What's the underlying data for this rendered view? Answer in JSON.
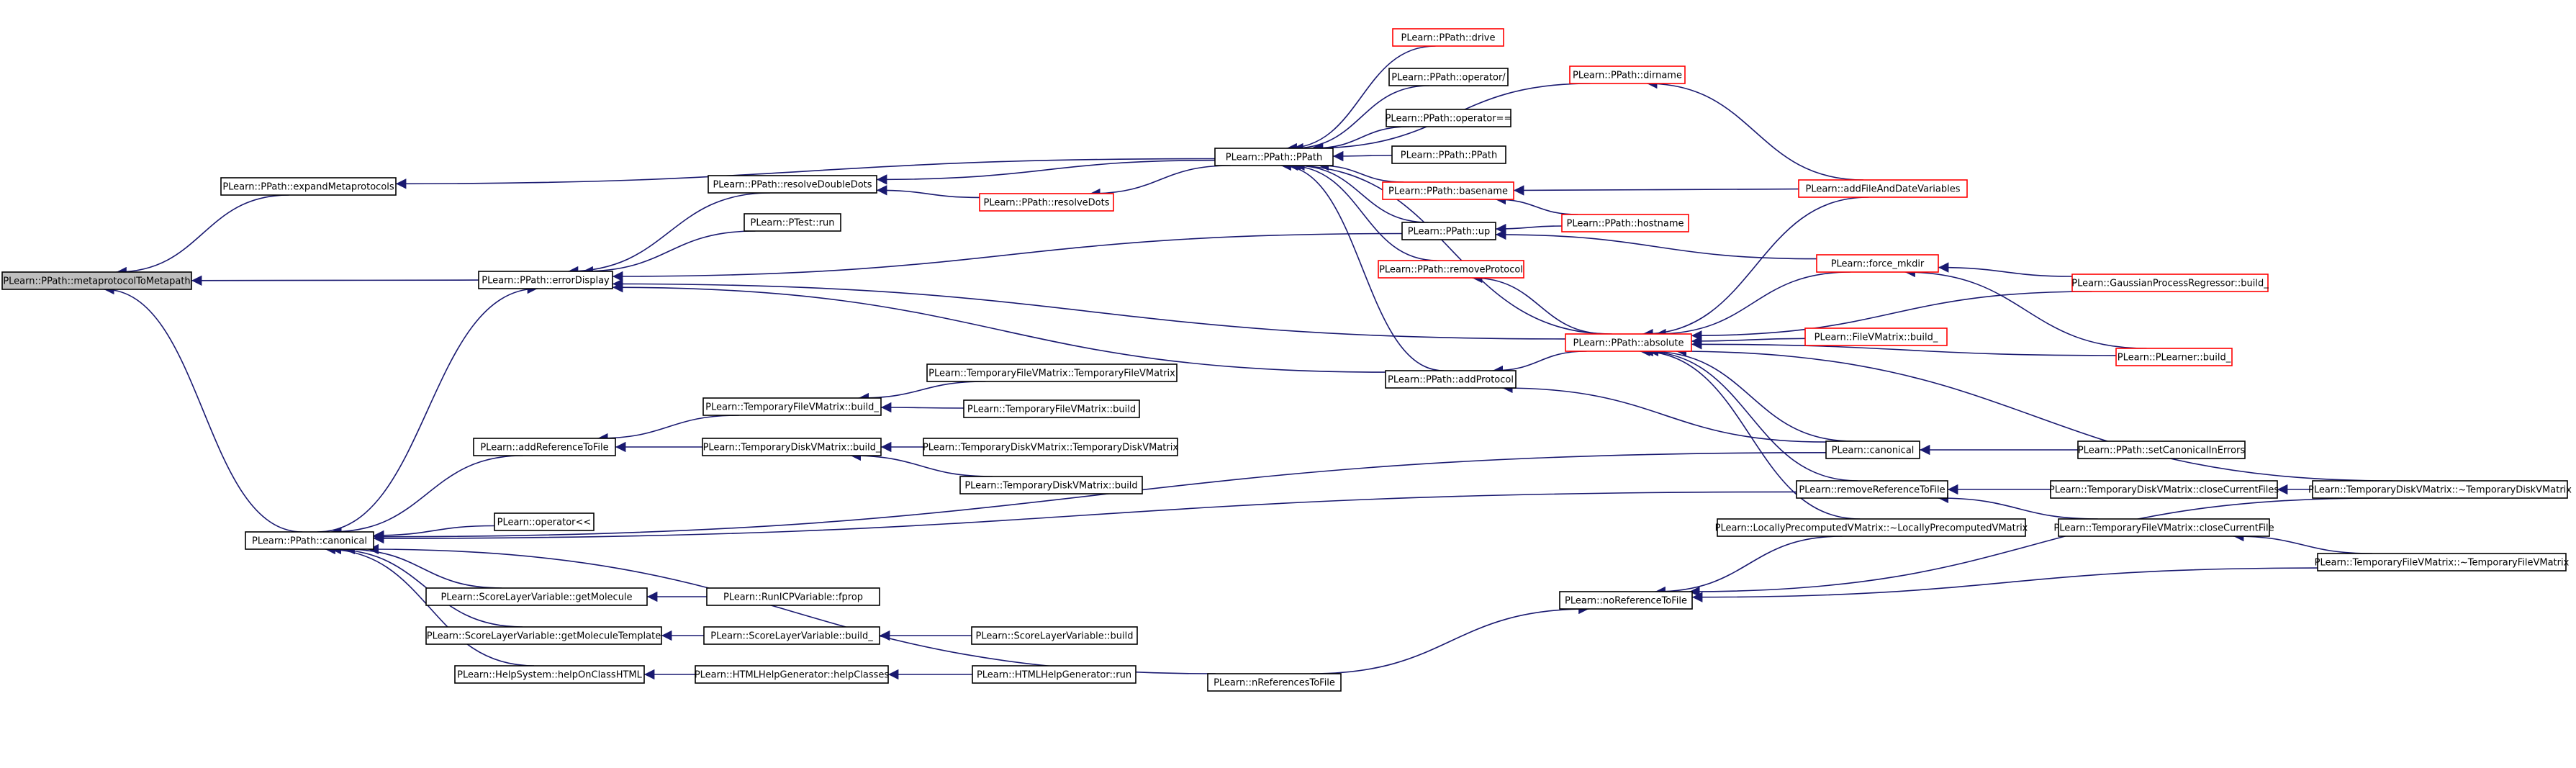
{
  "colors": {
    "edge": "#191970",
    "node_border_normal": "#000000",
    "node_border_truncated": "#ff0000",
    "node_fill": "#ffffff",
    "root_fill": "#bfbfbf"
  },
  "nodes": [
    {
      "id": "metaprotocolToMetapath",
      "label": "PLearn::PPath::metaprotocolToMetapath",
      "kind": "root"
    },
    {
      "id": "expandMetaprotocols",
      "label": "PLearn::PPath::expandMetaprotocols",
      "kind": "normal"
    },
    {
      "id": "errorDisplay",
      "label": "PLearn::PPath::errorDisplay",
      "kind": "normal"
    },
    {
      "id": "canonical1",
      "label": "PLearn::PPath::canonical",
      "kind": "normal"
    },
    {
      "id": "resolveDoubleDots",
      "label": "PLearn::PPath::resolveDoubleDots",
      "kind": "normal"
    },
    {
      "id": "ptestRun",
      "label": "PLearn::PTest::run",
      "kind": "normal"
    },
    {
      "id": "resolveDots",
      "label": "PLearn::PPath::resolveDots",
      "kind": "truncated"
    },
    {
      "id": "ppathCtor",
      "label": "PLearn::PPath::PPath",
      "kind": "normal"
    },
    {
      "id": "drive",
      "label": "PLearn::PPath::drive",
      "kind": "truncated"
    },
    {
      "id": "opSlash",
      "label": "PLearn::PPath::operator/",
      "kind": "normal"
    },
    {
      "id": "opEq",
      "label": "PLearn::PPath::operator==",
      "kind": "normal"
    },
    {
      "id": "ppath2",
      "label": "PLearn::PPath::PPath",
      "kind": "normal"
    },
    {
      "id": "basename",
      "label": "PLearn::PPath::basename",
      "kind": "truncated"
    },
    {
      "id": "up",
      "label": "PLearn::PPath::up",
      "kind": "normal"
    },
    {
      "id": "removeProtocol",
      "label": "PLearn::PPath::removeProtocol",
      "kind": "truncated"
    },
    {
      "id": "addProtocol",
      "label": "PLearn::PPath::addProtocol",
      "kind": "normal"
    },
    {
      "id": "dirname",
      "label": "PLearn::PPath::dirname",
      "kind": "truncated"
    },
    {
      "id": "hostname",
      "label": "PLearn::PPath::hostname",
      "kind": "truncated"
    },
    {
      "id": "absolute",
      "label": "PLearn::PPath::absolute",
      "kind": "truncated"
    },
    {
      "id": "addFileAndDateVariables",
      "label": "PLearn::addFileAndDateVariables",
      "kind": "truncated"
    },
    {
      "id": "forceMkdir",
      "label": "PLearn::force_mkdir",
      "kind": "truncated"
    },
    {
      "id": "gaussianBuild",
      "label": "PLearn::GaussianProcessRegressor::build_",
      "kind": "truncated"
    },
    {
      "id": "fileVMatrixBuild",
      "label": "PLearn::FileVMatrix::build_",
      "kind": "truncated"
    },
    {
      "id": "plearnerBuild",
      "label": "PLearn::PLearner::build_",
      "kind": "truncated"
    },
    {
      "id": "canonical2",
      "label": "PLearn::canonical",
      "kind": "normal"
    },
    {
      "id": "setCanonicalInErrors",
      "label": "PLearn::PPath::setCanonicalInErrors",
      "kind": "normal"
    },
    {
      "id": "removeReferenceToFile",
      "label": "PLearn::removeReferenceToFile",
      "kind": "normal"
    },
    {
      "id": "tdvmCloseCurrentFiles",
      "label": "PLearn::TemporaryDiskVMatrix::closeCurrentFiles",
      "kind": "normal"
    },
    {
      "id": "tdvmDtor",
      "label": "PLearn::TemporaryDiskVMatrix::~TemporaryDiskVMatrix",
      "kind": "normal"
    },
    {
      "id": "tfvmCloseCurrentFile",
      "label": "PLearn::TemporaryFileVMatrix::closeCurrentFile",
      "kind": "normal"
    },
    {
      "id": "tfvmDtor",
      "label": "PLearn::TemporaryFileVMatrix::~TemporaryFileVMatrix",
      "kind": "normal"
    },
    {
      "id": "lpvmDtor",
      "label": "PLearn::LocallyPrecomputedVMatrix::~LocallyPrecomputedVMatrix",
      "kind": "normal"
    },
    {
      "id": "noReferenceToFile",
      "label": "PLearn::noReferenceToFile",
      "kind": "normal"
    },
    {
      "id": "nReferencesToFile",
      "label": "PLearn::nReferencesToFile",
      "kind": "normal"
    },
    {
      "id": "addReferenceToFile",
      "label": "PLearn::addReferenceToFile",
      "kind": "normal"
    },
    {
      "id": "tfvmBuild_",
      "label": "PLearn::TemporaryFileVMatrix::build_",
      "kind": "normal"
    },
    {
      "id": "tfvmCtor",
      "label": "PLearn::TemporaryFileVMatrix::TemporaryFileVMatrix",
      "kind": "normal"
    },
    {
      "id": "tfvmBuild",
      "label": "PLearn::TemporaryFileVMatrix::build",
      "kind": "normal"
    },
    {
      "id": "tdvmBuild_",
      "label": "PLearn::TemporaryDiskVMatrix::build_",
      "kind": "normal"
    },
    {
      "id": "tdvmCtor",
      "label": "PLearn::TemporaryDiskVMatrix::TemporaryDiskVMatrix",
      "kind": "normal"
    },
    {
      "id": "tdvmBuild",
      "label": "PLearn::TemporaryDiskVMatrix::build",
      "kind": "normal"
    },
    {
      "id": "opShift",
      "label": "PLearn::operator<<",
      "kind": "normal"
    },
    {
      "id": "getMolecule",
      "label": "PLearn::ScoreLayerVariable::getMolecule",
      "kind": "normal"
    },
    {
      "id": "runICPFprop",
      "label": "PLearn::RunICPVariable::fprop",
      "kind": "normal"
    },
    {
      "id": "getMoleculeTemplate",
      "label": "PLearn::ScoreLayerVariable::getMoleculeTemplate",
      "kind": "normal"
    },
    {
      "id": "slvBuild_",
      "label": "PLearn::ScoreLayerVariable::build_",
      "kind": "normal"
    },
    {
      "id": "slvBuild",
      "label": "PLearn::ScoreLayerVariable::build",
      "kind": "normal"
    },
    {
      "id": "helpOnClassHTML",
      "label": "PLearn::HelpSystem::helpOnClassHTML",
      "kind": "normal"
    },
    {
      "id": "helpClasses",
      "label": "PLearn::HTMLHelpGenerator::helpClasses",
      "kind": "normal"
    },
    {
      "id": "htmlRun",
      "label": "PLearn::HTMLHelpGenerator::run",
      "kind": "normal"
    }
  ],
  "edges": [
    [
      "expandMetaprotocols",
      "metaprotocolToMetapath"
    ],
    [
      "errorDisplay",
      "metaprotocolToMetapath"
    ],
    [
      "canonical1",
      "metaprotocolToMetapath"
    ],
    [
      "ppathCtor",
      "expandMetaprotocols"
    ],
    [
      "canonical1",
      "errorDisplay"
    ],
    [
      "resolveDoubleDots",
      "errorDisplay"
    ],
    [
      "ptestRun",
      "errorDisplay"
    ],
    [
      "up",
      "errorDisplay"
    ],
    [
      "absolute",
      "errorDisplay"
    ],
    [
      "addProtocol",
      "errorDisplay"
    ],
    [
      "ppathCtor",
      "resolveDoubleDots"
    ],
    [
      "resolveDots",
      "resolveDoubleDots"
    ],
    [
      "ppathCtor",
      "resolveDots"
    ],
    [
      "drive",
      "ppathCtor"
    ],
    [
      "opSlash",
      "ppathCtor"
    ],
    [
      "opEq",
      "ppathCtor"
    ],
    [
      "ppath2",
      "ppathCtor"
    ],
    [
      "basename",
      "ppathCtor"
    ],
    [
      "up",
      "ppathCtor"
    ],
    [
      "removeProtocol",
      "ppathCtor"
    ],
    [
      "addProtocol",
      "ppathCtor"
    ],
    [
      "absolute",
      "ppathCtor"
    ],
    [
      "dirname",
      "ppathCtor"
    ],
    [
      "addFileAndDateVariables",
      "dirname"
    ],
    [
      "addFileAndDateVariables",
      "basename"
    ],
    [
      "hostname",
      "basename"
    ],
    [
      "hostname",
      "up"
    ],
    [
      "forceMkdir",
      "up"
    ],
    [
      "absolute",
      "removeProtocol"
    ],
    [
      "absolute",
      "addProtocol"
    ],
    [
      "canonical2",
      "addProtocol"
    ],
    [
      "addFileAndDateVariables",
      "absolute"
    ],
    [
      "forceMkdir",
      "absolute"
    ],
    [
      "gaussianBuild",
      "absolute"
    ],
    [
      "fileVMatrixBuild",
      "absolute"
    ],
    [
      "plearnerBuild",
      "absolute"
    ],
    [
      "canonical2",
      "absolute"
    ],
    [
      "removeReferenceToFile",
      "absolute"
    ],
    [
      "lpvmDtor",
      "absolute"
    ],
    [
      "tdvmDtor",
      "absolute"
    ],
    [
      "gaussianBuild",
      "forceMkdir"
    ],
    [
      "plearnerBuild",
      "forceMkdir"
    ],
    [
      "setCanonicalInErrors",
      "canonical2"
    ],
    [
      "tdvmCloseCurrentFiles",
      "removeReferenceToFile"
    ],
    [
      "tfvmCloseCurrentFile",
      "removeReferenceToFile"
    ],
    [
      "tdvmDtor",
      "tdvmCloseCurrentFiles"
    ],
    [
      "tfvmDtor",
      "tfvmCloseCurrentFile"
    ],
    [
      "tdvmDtor",
      "noReferenceToFile"
    ],
    [
      "tfvmDtor",
      "noReferenceToFile"
    ],
    [
      "lpvmDtor",
      "noReferenceToFile"
    ],
    [
      "nReferencesToFile",
      "noReferenceToFile"
    ],
    [
      "canonical2",
      "canonical1"
    ],
    [
      "removeReferenceToFile",
      "canonical1"
    ],
    [
      "addReferenceToFile",
      "canonical1"
    ],
    [
      "opShift",
      "canonical1"
    ],
    [
      "getMolecule",
      "canonical1"
    ],
    [
      "getMoleculeTemplate",
      "canonical1"
    ],
    [
      "helpOnClassHTML",
      "canonical1"
    ],
    [
      "nReferencesToFile",
      "canonical1"
    ],
    [
      "tfvmBuild_",
      "addReferenceToFile"
    ],
    [
      "tdvmBuild_",
      "addReferenceToFile"
    ],
    [
      "tfvmCtor",
      "tfvmBuild_"
    ],
    [
      "tfvmBuild",
      "tfvmBuild_"
    ],
    [
      "tdvmCtor",
      "tdvmBuild_"
    ],
    [
      "tdvmBuild",
      "tdvmBuild_"
    ],
    [
      "runICPFprop",
      "getMolecule"
    ],
    [
      "slvBuild_",
      "getMoleculeTemplate"
    ],
    [
      "slvBuild",
      "slvBuild_"
    ],
    [
      "helpClasses",
      "helpOnClassHTML"
    ],
    [
      "htmlRun",
      "helpClasses"
    ]
  ]
}
